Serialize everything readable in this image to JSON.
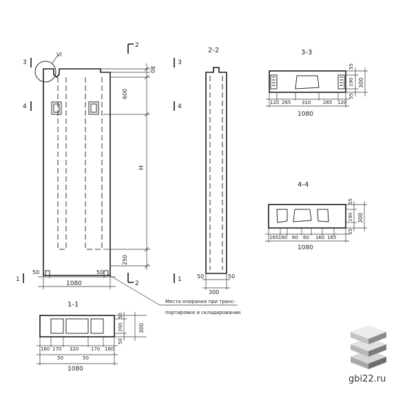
{
  "section_labels": {
    "elev_3": "3",
    "elev_3r": "3",
    "elev_4": "4",
    "elev_4r": "4",
    "elev_1": "1",
    "elev_1r": "1",
    "elev_2": "2",
    "elev_2b": "2",
    "detail": "VI"
  },
  "elevation": {
    "dim_top": "80",
    "dim_600": "600",
    "dim_h": "H",
    "dim_250": "250",
    "dim_50l": "50",
    "dim_50r": "50",
    "dim_width": "1080"
  },
  "note": {
    "line1": "Места опирания при транс-",
    "line2": "портировке и складировании"
  },
  "section_2_2": {
    "title": "2-2",
    "dim_50l": "50",
    "dim_50r": "50",
    "dim_300": "300"
  },
  "section_3_3": {
    "title": "3-3",
    "dims_bottom": [
      "120",
      "265",
      "310",
      "265",
      "120"
    ],
    "dim_55_top": "55",
    "dim_190": "190",
    "dim_55_bot": "55",
    "dim_300": "300",
    "total": "1080"
  },
  "section_4_4": {
    "title": "4-4",
    "dims_bottom": [
      "165",
      "160",
      "60",
      "60",
      "160",
      "165"
    ],
    "dim_55_top": "55",
    "dim_190": "190",
    "dim_55_bot": "55",
    "dim_300": "300",
    "total": "1080"
  },
  "section_1_1": {
    "title": "1-1",
    "dims_bottom": [
      "160",
      "170",
      "320",
      "170",
      "160"
    ],
    "dim_50a": "50",
    "dim_50b": "50",
    "dim_50_top": "50",
    "dim_200": "200",
    "dim_50_bot": "50",
    "dim_300": "300",
    "total": "1080"
  },
  "watermark": {
    "text": "gbi22.ru"
  },
  "colors": {
    "ink": "#222222",
    "logo_light": "#d6d6d6",
    "logo_mid": "#a9a9a9",
    "logo_dark": "#6e6e6e"
  }
}
